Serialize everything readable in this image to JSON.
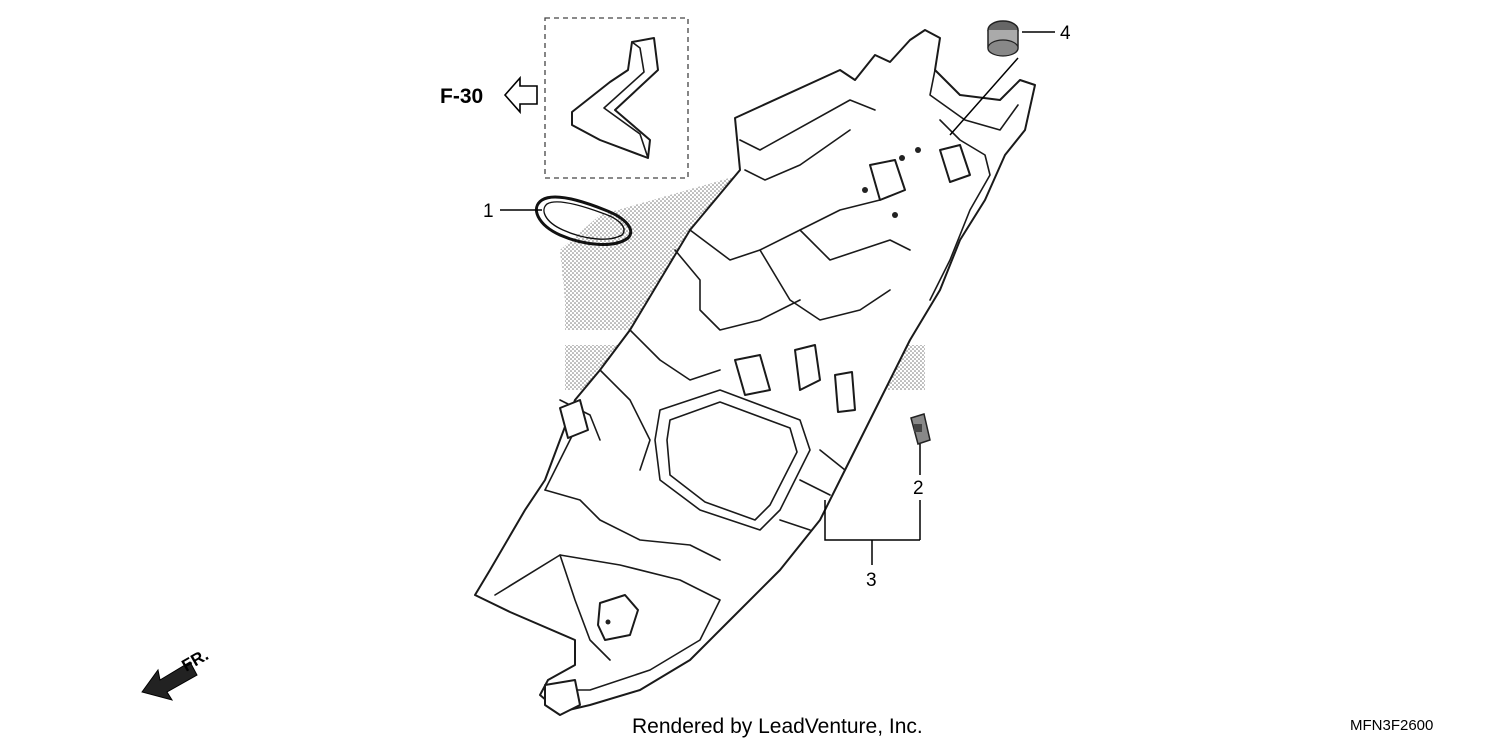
{
  "diagram": {
    "reference_label": "F-30",
    "direction_label": "FR.",
    "callouts": [
      {
        "id": "1",
        "text": "1"
      },
      {
        "id": "2",
        "text": "2"
      },
      {
        "id": "3",
        "text": "3"
      },
      {
        "id": "4",
        "text": "4"
      }
    ],
    "credit": "Rendered by LeadVenture, Inc.",
    "diagram_code": "MFN3F2600"
  }
}
